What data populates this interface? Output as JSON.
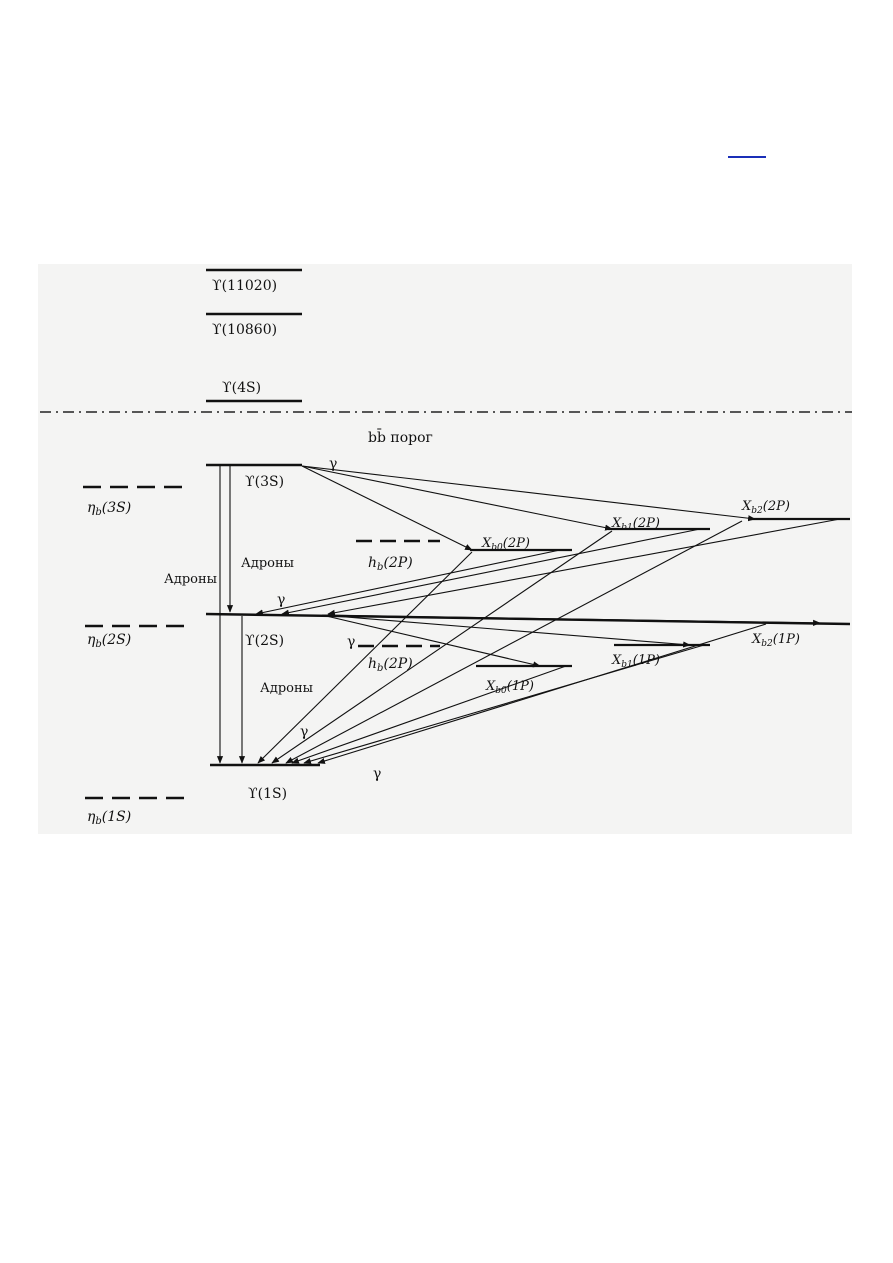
{
  "diagram": {
    "threshold_label": "bb̄ порог",
    "upsilon_levels": [
      {
        "id": "Y11020",
        "label": "ϒ(11020)"
      },
      {
        "id": "Y10860",
        "label": "ϒ(10860)"
      },
      {
        "id": "Y4S",
        "label": "ϒ(4S)"
      },
      {
        "id": "Y3S",
        "label": "ϒ(3S)"
      },
      {
        "id": "Y2S",
        "label": "ϒ(2S)"
      },
      {
        "id": "Y1S",
        "label": "ϒ(1S)"
      }
    ],
    "eta_levels": [
      {
        "id": "eta3S",
        "sym": "η",
        "sub": "b",
        "rest": "(3S)"
      },
      {
        "id": "eta2S",
        "sym": "η",
        "sub": "b",
        "rest": "(2S)"
      },
      {
        "id": "eta1S",
        "sym": "η",
        "sub": "b",
        "rest": "(1S)"
      }
    ],
    "hb_levels": [
      {
        "id": "hb2P_upper",
        "sym": "h",
        "sub": "b",
        "rest": "(2P)"
      },
      {
        "id": "hb2P_lower",
        "sym": "h",
        "sub": "b",
        "rest": "(2P)"
      }
    ],
    "chi_levels": [
      {
        "id": "Xb0_2P",
        "sym": "X",
        "sub": "b0",
        "rest": "(2P)"
      },
      {
        "id": "Xb1_2P",
        "sym": "X",
        "sub": "b1",
        "rest": "(2P)"
      },
      {
        "id": "Xb2_2P",
        "sym": "X",
        "sub": "b2",
        "rest": "(2P)"
      },
      {
        "id": "Xb0_1P",
        "sym": "X",
        "sub": "b0",
        "rest": "(1P)"
      },
      {
        "id": "Xb1_1P",
        "sym": "X",
        "sub": "b1",
        "rest": "(1P)"
      },
      {
        "id": "Xb2_1P",
        "sym": "X",
        "sub": "b2",
        "rest": "(1P)"
      }
    ],
    "hadrons_label": "Адроны",
    "gamma": "γ"
  }
}
